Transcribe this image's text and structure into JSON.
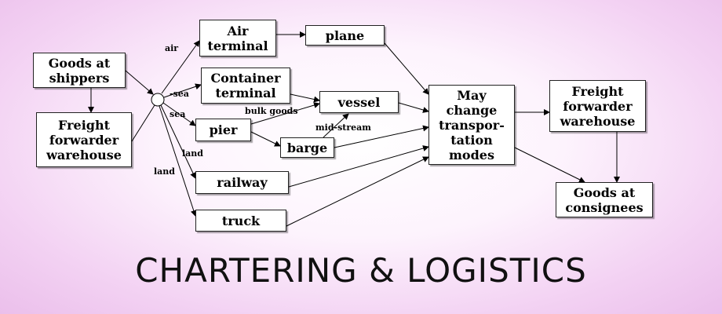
{
  "nodes": {
    "goods_at_shippers": "Goods at\nshippers",
    "freight_forwarder_warehouse_origin": "Freight\nforwarder\nwarehouse",
    "air_terminal": "Air\nterminal",
    "plane": "plane",
    "container_terminal": "Container\nterminal",
    "vessel": "vessel",
    "pier": "pier",
    "barge": "barge",
    "railway": "railway",
    "truck": "truck",
    "may_change_modes": "May\nchange\ntranspor-\ntation\nmodes",
    "freight_forwarder_warehouse_dest": "Freight\nforwarder\nwarehouse",
    "goods_at_consignees": "Goods at\nconsignees"
  },
  "edge_labels": {
    "air": "air",
    "sea_container": "-sea",
    "sea_pier": "sea",
    "bulk_goods": "bulk goods",
    "mid_stream": "mid-stream",
    "land_railway": "land",
    "land_truck": "land"
  },
  "title": "CHARTERING & LOGISTICS"
}
